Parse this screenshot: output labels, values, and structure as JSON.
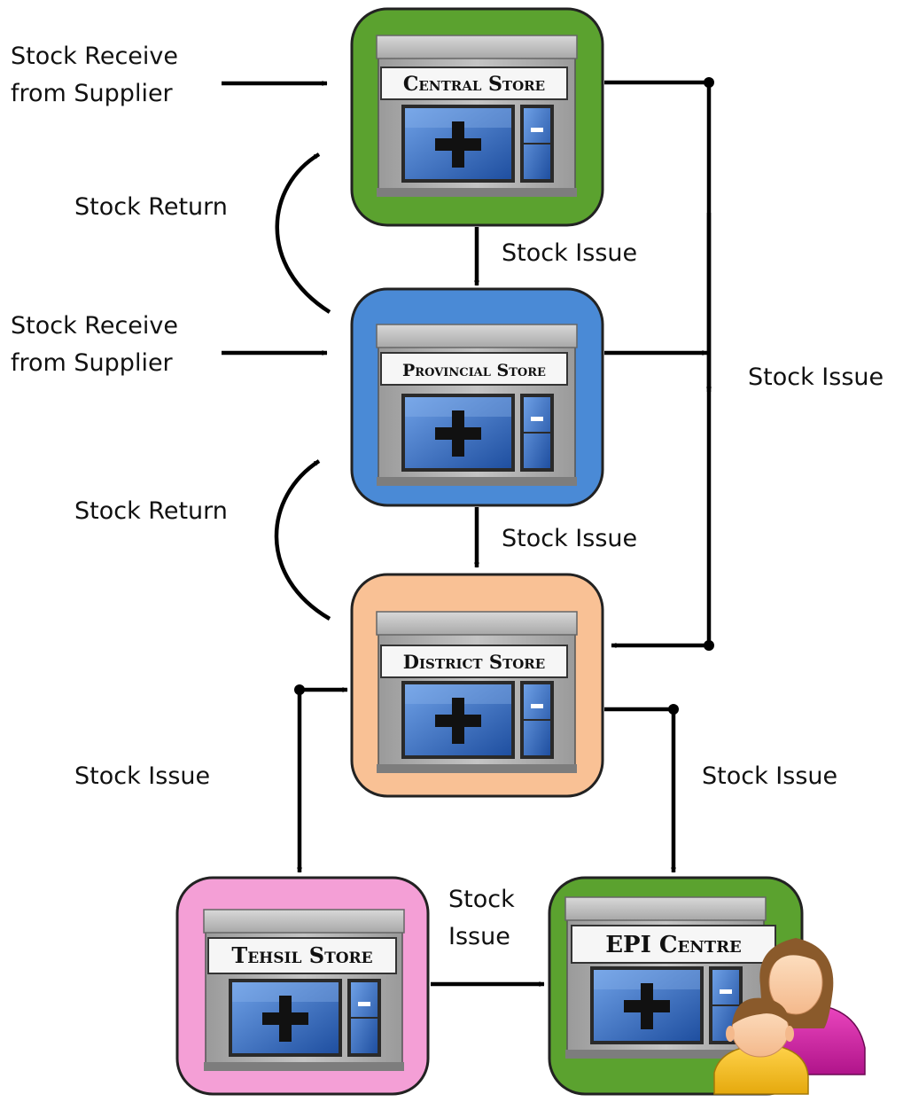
{
  "stores": {
    "central": {
      "name": "Central Store",
      "color": "#5ba22f"
    },
    "provincial": {
      "name": "Provincial Store",
      "color": "#4a8ad6"
    },
    "district": {
      "name": "District Store",
      "color": "#f9c195"
    },
    "tehsil": {
      "name": "Tehsil Store",
      "color": "#f49fd6"
    },
    "epi": {
      "name": "EPI Centre",
      "color": "#5ba22f"
    }
  },
  "labels": {
    "receive_central_1": "Stock Receive",
    "receive_central_2": "from Supplier",
    "receive_provincial_1": "Stock Receive",
    "receive_provincial_2": "from Supplier",
    "return_upper": "Stock Return",
    "return_lower": "Stock Return",
    "issue_central_to_provincial": "Stock Issue",
    "issue_provincial_to_district": "Stock Issue",
    "issue_right_bus": "Stock Issue",
    "issue_left_tehsil": "Stock Issue",
    "issue_right_epi": "Stock Issue",
    "issue_tehsil_epi_1": "Stock",
    "issue_tehsil_epi_2": "Issue"
  }
}
